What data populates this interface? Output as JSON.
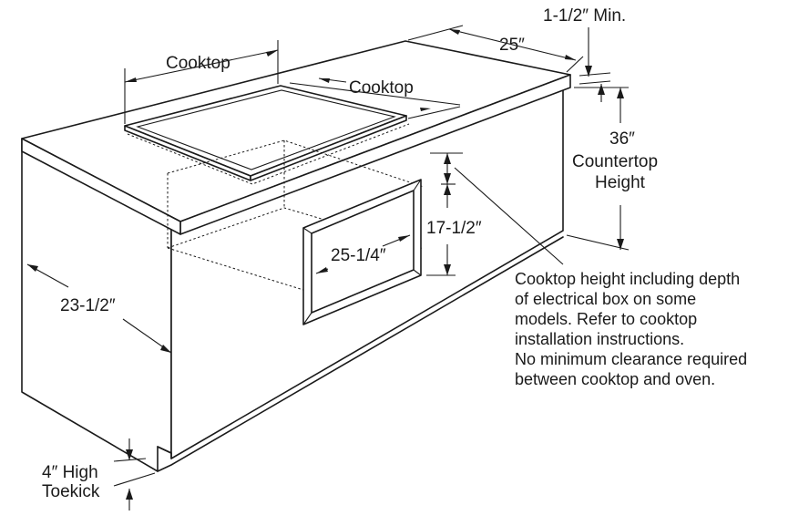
{
  "labels": {
    "clearance_top": "1-1/2″ Min.",
    "depth": "25″",
    "cooktop_width": "Cooktop",
    "cooktop_depth": "Cooktop",
    "countertop_height": [
      "36″",
      "Countertop",
      "Height"
    ],
    "opening_height": "17-1/2″",
    "opening_width": "25-1/4″",
    "cabinet_depth": "23-1/2″",
    "toekick": [
      "4″ High",
      "Toekick"
    ]
  },
  "note": [
    "Cooktop height including depth",
    "of electrical box on some",
    "models. Refer to cooktop",
    "installation instructions.",
    "No minimum clearance required",
    "between cooktop and oven."
  ]
}
